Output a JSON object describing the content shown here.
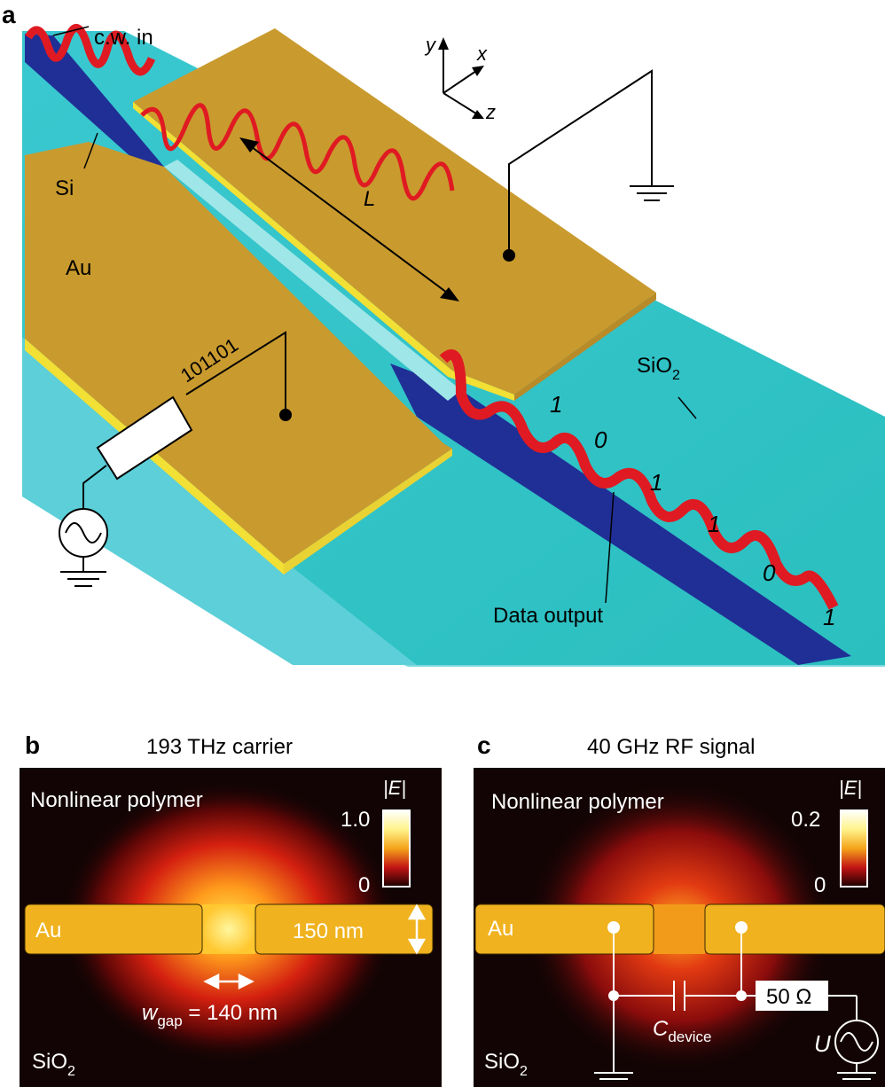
{
  "panel_a": {
    "letter": "a",
    "cw_in": "c.w. in",
    "si": "Si",
    "au": "Au",
    "length": "L",
    "axis_y": "y",
    "axis_x": "x",
    "axis_z": "z",
    "bits_in": "101101",
    "sio2": "SiO",
    "sio2_sub": "2",
    "data_output": "Data output",
    "bits_out": [
      "1",
      "0",
      "1",
      "1",
      "0",
      "1"
    ]
  },
  "panel_b": {
    "letter": "b",
    "title": "193 THz carrier",
    "polymer": "Nonlinear polymer",
    "field": "|E|",
    "scale_max": "1.0",
    "scale_min": "0",
    "au": "Au",
    "thickness": "150 nm",
    "gap_symbol": "w",
    "gap_sub": "gap",
    "gap_value": " = 140 nm",
    "sio2": "SiO",
    "sio2_sub": "2"
  },
  "panel_c": {
    "letter": "c",
    "title": "40 GHz RF signal",
    "polymer": "Nonlinear polymer",
    "field": "|E|",
    "scale_max": "0.2",
    "scale_min": "0",
    "au": "Au",
    "resistor": "50 Ω",
    "cap_symbol": "C",
    "cap_sub": "device",
    "source": "U",
    "sio2": "SiO",
    "sio2_sub": "2"
  },
  "colors": {
    "gold": "#c99a2e",
    "gold_side": "#f2e035",
    "teal": "#35c4c6",
    "waveguide": "#1f2f96",
    "wave": "#e01a22",
    "dark_field": "#0f0404",
    "au_cross": "#f0b21e"
  }
}
